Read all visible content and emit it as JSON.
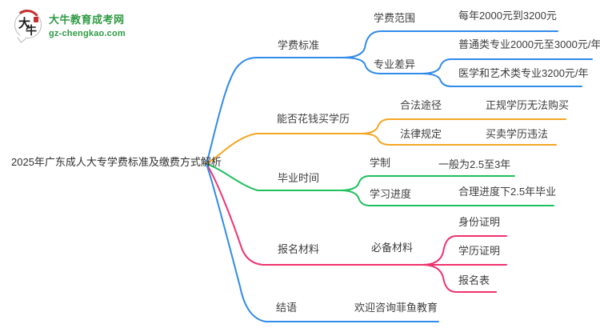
{
  "logo": {
    "badge_char_top": "大",
    "badge_char_bottom": "牛",
    "site_name": "大牛教育成考网",
    "domain": "gz-chengkao.com",
    "brand_green": "#2e9b43",
    "seal_red": "#c62f2f"
  },
  "colors": {
    "blue": "#318bea",
    "orange": "#f5a623",
    "green": "#1ec15e",
    "pink": "#f0316e",
    "text": "#3d3d3d"
  },
  "mindmap": {
    "root": "2025年广东成人大专学费标准及缴费方式解析",
    "branches": [
      {
        "label": "学费标准",
        "color": "#318bea",
        "children": [
          {
            "label": "学费范围",
            "leaves": [
              "每年2000元到3200元"
            ]
          },
          {
            "label": "专业差异",
            "leaves": [
              "普通类专业2000元至3000元/年",
              "医学和艺术类专业3200元/年"
            ]
          }
        ]
      },
      {
        "label": "能否花钱买学历",
        "color": "#f5a623",
        "children": [
          {
            "label": "合法途径",
            "leaves": [
              "正规学历无法购买"
            ]
          },
          {
            "label": "法律规定",
            "leaves": [
              "买卖学历违法"
            ]
          }
        ]
      },
      {
        "label": "毕业时间",
        "color": "#1ec15e",
        "children": [
          {
            "label": "学制",
            "leaves": [
              "一般为2.5至3年"
            ]
          },
          {
            "label": "学习进度",
            "leaves": [
              "合理进度下2.5年毕业"
            ]
          }
        ]
      },
      {
        "label": "报名材料",
        "color": "#f0316e",
        "children": [
          {
            "label": "必备材料",
            "leaves": [
              "身份证明",
              "学历证明",
              "报名表"
            ]
          }
        ]
      },
      {
        "label": "结语",
        "color": "#318bea",
        "children": [
          {
            "label": "欢迎咨询菲鱼教育",
            "leaves": []
          }
        ]
      }
    ]
  }
}
